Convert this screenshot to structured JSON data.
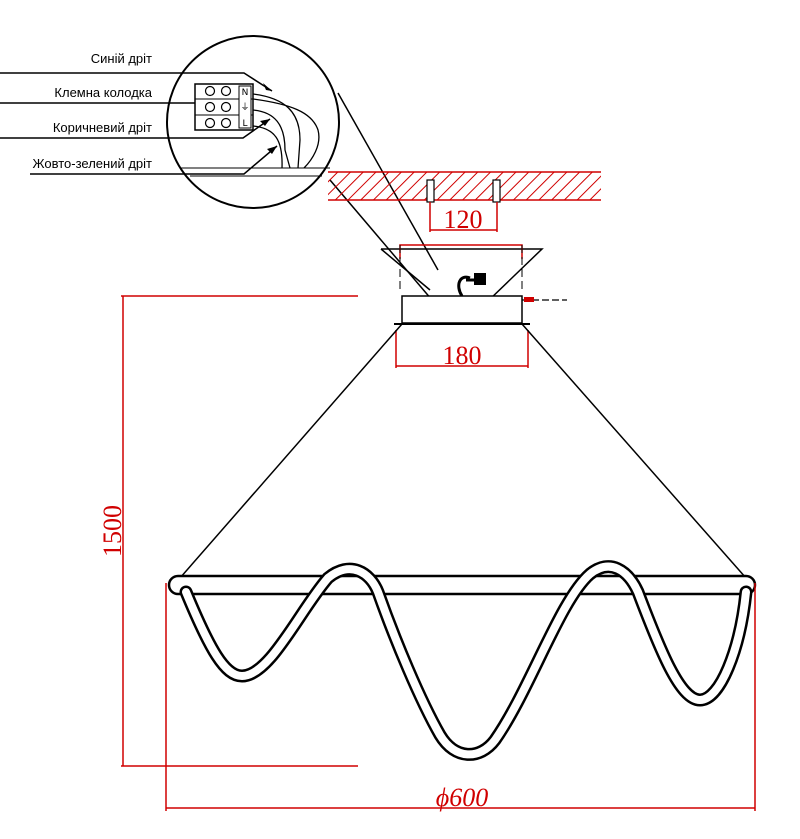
{
  "wiring_labels": {
    "blue_wire": "Синій дріт",
    "terminal_block": "Клемна колодка",
    "brown_wire": "Коричневий дріт",
    "yellow_green_wire": "Жовто-зелений дріт"
  },
  "terminal_marks": {
    "neutral": "N",
    "earth": "⏚",
    "live": "L"
  },
  "dimensions": {
    "mount_spacing": "120",
    "canopy_width": "180",
    "height": "1500",
    "diameter": "ϕ600"
  },
  "colors": {
    "dimension": "#d00000",
    "outline": "#000000"
  }
}
